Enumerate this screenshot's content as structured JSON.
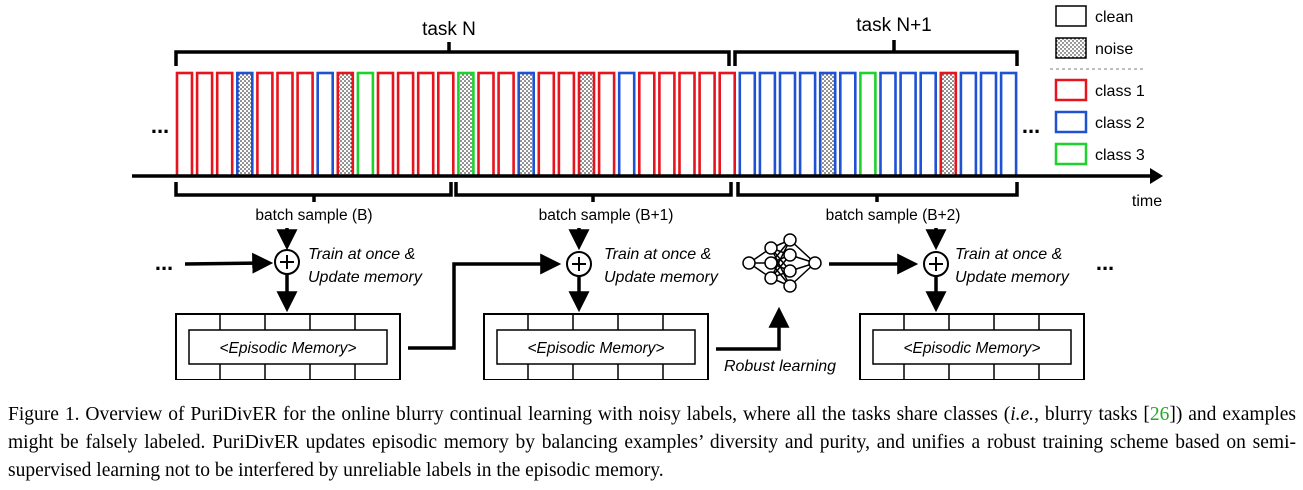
{
  "diagram": {
    "task_labels": [
      "task N",
      "task N+1"
    ],
    "legend": {
      "clean": "clean",
      "noise": "noise",
      "classes": [
        {
          "label": "class 1",
          "color": "#e8141d"
        },
        {
          "label": "class 2",
          "color": "#1f51d3"
        },
        {
          "label": "class 3",
          "color": "#1ed22c"
        }
      ]
    },
    "time_label": "time",
    "ellipsis": "...",
    "batch_labels": [
      "batch sample (B)",
      "batch sample (B+1)",
      "batch sample (B+2)"
    ],
    "train_label_line1": "Train at once &",
    "train_label_line2": "Update memory",
    "memory_label": "<Episodic Memory>",
    "robust_label": "Robust learning",
    "stream_sequence": [
      {
        "cls": 1,
        "noise": false
      },
      {
        "cls": 1,
        "noise": false
      },
      {
        "cls": 1,
        "noise": false
      },
      {
        "cls": 2,
        "noise": true
      },
      {
        "cls": 1,
        "noise": false
      },
      {
        "cls": 1,
        "noise": false
      },
      {
        "cls": 1,
        "noise": false
      },
      {
        "cls": 2,
        "noise": false
      },
      {
        "cls": 1,
        "noise": true
      },
      {
        "cls": 3,
        "noise": false
      },
      {
        "cls": 1,
        "noise": false
      },
      {
        "cls": 1,
        "noise": false
      },
      {
        "cls": 1,
        "noise": false
      },
      {
        "cls": 1,
        "noise": false
      },
      {
        "cls": 3,
        "noise": true
      },
      {
        "cls": 1,
        "noise": false
      },
      {
        "cls": 1,
        "noise": false
      },
      {
        "cls": 2,
        "noise": true
      },
      {
        "cls": 1,
        "noise": false
      },
      {
        "cls": 1,
        "noise": false
      },
      {
        "cls": 1,
        "noise": true
      },
      {
        "cls": 1,
        "noise": false
      },
      {
        "cls": 2,
        "noise": false
      },
      {
        "cls": 1,
        "noise": false
      },
      {
        "cls": 1,
        "noise": false
      },
      {
        "cls": 1,
        "noise": false
      },
      {
        "cls": 1,
        "noise": false
      },
      {
        "cls": 1,
        "noise": false
      },
      {
        "cls": 2,
        "noise": false
      },
      {
        "cls": 2,
        "noise": false
      },
      {
        "cls": 2,
        "noise": false
      },
      {
        "cls": 2,
        "noise": false
      },
      {
        "cls": 2,
        "noise": true
      },
      {
        "cls": 2,
        "noise": false
      },
      {
        "cls": 3,
        "noise": false
      },
      {
        "cls": 2,
        "noise": false
      },
      {
        "cls": 2,
        "noise": false
      },
      {
        "cls": 2,
        "noise": false
      },
      {
        "cls": 1,
        "noise": true
      },
      {
        "cls": 2,
        "noise": false
      },
      {
        "cls": 2,
        "noise": false
      },
      {
        "cls": 2,
        "noise": false
      }
    ]
  },
  "caption": {
    "part1": "Figure 1. Overview of PuriDivER for the online blurry continual learning with noisy labels, where all the tasks share classes (",
    "ie": "i.e.",
    "part2": ", blurry tasks [",
    "cite": "26",
    "part3": "]) and examples might be falsely labeled. PuriDivER updates episodic memory by balancing examples’ diversity and purity, and unifies a robust training scheme based on semi-supervised learning not to be interfered by unreliable labels in the episodic memory."
  }
}
